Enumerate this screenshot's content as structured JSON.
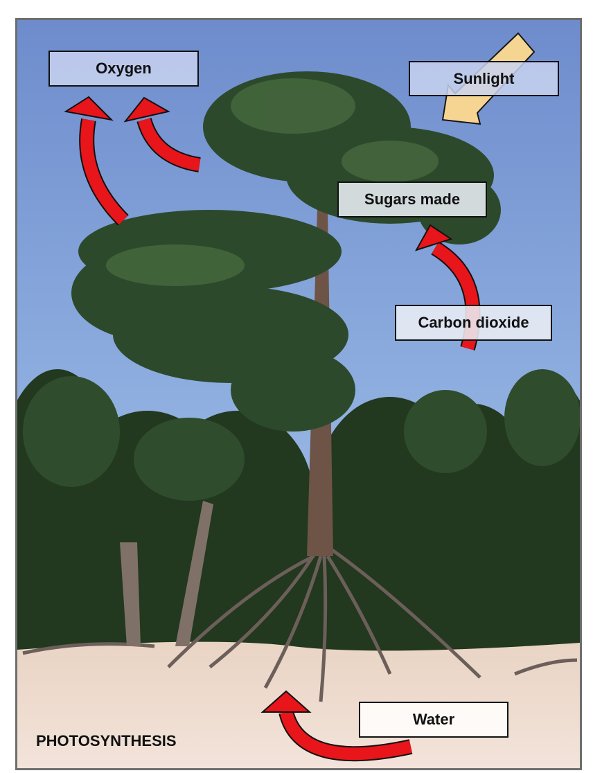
{
  "title": "PHOTOSYNTHESIS",
  "labels": {
    "oxygen": "Oxygen",
    "sunlight": "Sunlight",
    "sugars": "Sugars made",
    "carbon_dioxide": "Carbon dioxide",
    "water": "Water"
  },
  "colors": {
    "arrow": "#e8151b",
    "sunlight_arrow": "#fcd98e",
    "sky": "#6f8fcf",
    "sand": "#efddd0"
  }
}
